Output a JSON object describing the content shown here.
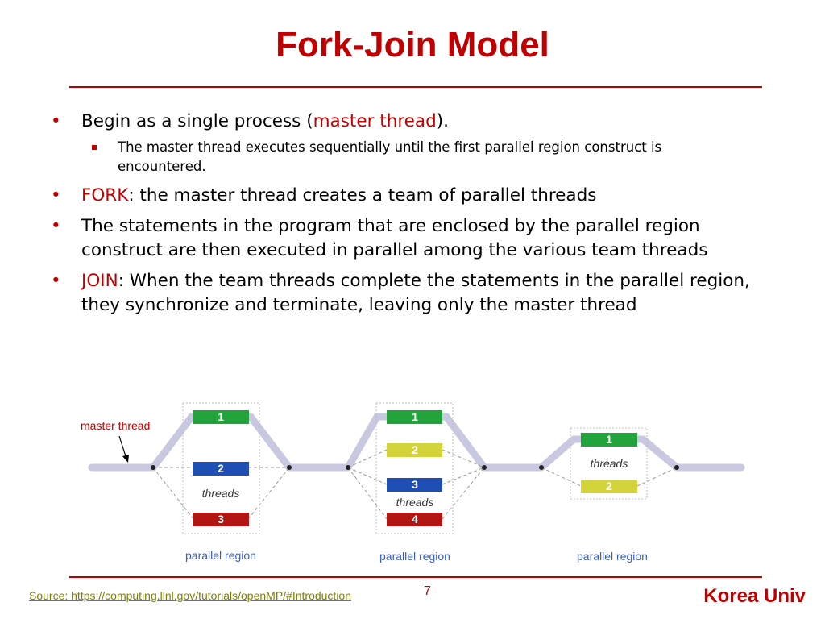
{
  "slide": {
    "title": "Fork-Join Model",
    "bullet1": {
      "before": "Begin as a single process (",
      "highlight": "master thread",
      "after": ")."
    },
    "sub1": "The master thread executes sequentially until the first parallel region construct is encountered.",
    "bullet2": {
      "highlight": "FORK",
      "after": ": the master thread creates a team of parallel threads"
    },
    "bullet3": "The statements in the program that are enclosed by the parallel region construct are then executed in parallel among the various team threads",
    "bullet4": {
      "highlight": "JOIN",
      "after": ": When the team threads complete the statements in the parallel region, they synchronize and terminate, leaving only the master thread"
    }
  },
  "diagram": {
    "master_label": "master thread",
    "threads_label": "threads",
    "region_label": "parallel region",
    "region1": [
      "1",
      "2",
      "3"
    ],
    "region2": [
      "1",
      "2",
      "3",
      "4"
    ],
    "region3": [
      "1",
      "2"
    ],
    "colors": {
      "green": "#22a33c",
      "yellow": "#d4d43a",
      "blue": "#1f4fb5",
      "red": "#b31515",
      "line": "#c8c8e0",
      "label_blue": "#3a5fc4"
    }
  },
  "footer": {
    "source": "Source: https://computing.llnl.gov/tutorials/openMP/#Introduction",
    "page": "7",
    "brand": "Korea Univ"
  }
}
